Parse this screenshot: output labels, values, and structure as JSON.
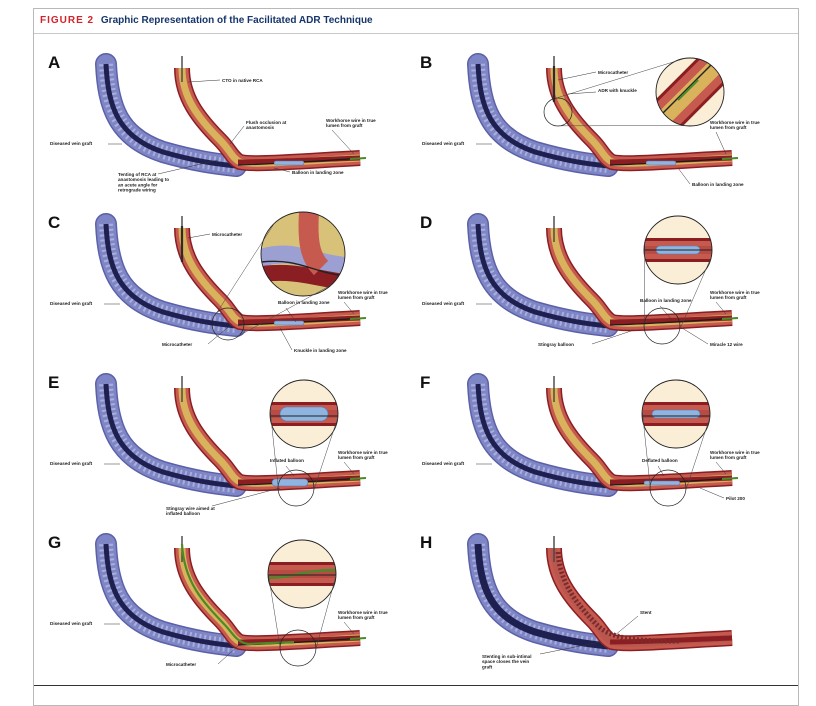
{
  "figure": {
    "number_label": "FIGURE 2",
    "title": "Graphic Representation of the Facilitated ADR Technique"
  },
  "colors": {
    "vein_outer": "#7f86c6",
    "vein_inner": "#1e2050",
    "artery_outer": "#8a1e22",
    "artery_wall": "#c65a4f",
    "artery_lumen": "#d9b25c",
    "balloon": "#8fb4e0",
    "wire_green": "#4b8a2a",
    "title_red": "#d4232b",
    "title_blue": "#16356b"
  },
  "panels": [
    {
      "key": "A",
      "letter": "A",
      "labels": [
        {
          "text": "CTO in native RCA"
        },
        {
          "text": "Flush occlusion at anastomosis"
        },
        {
          "text": "Workhorse wire in true lumen from graft"
        },
        {
          "text": "Diseased vein graft"
        },
        {
          "text": "Balloon in landing zone"
        },
        {
          "text": "Tenting of RCA at anastomosis leading to an acute angle for retrograde wiring"
        }
      ]
    },
    {
      "key": "B",
      "letter": "B",
      "labels": [
        {
          "text": "Microcatheter"
        },
        {
          "text": "ADR with knuckle"
        },
        {
          "text": "Workhorse wire in true lumen from graft"
        },
        {
          "text": "Diseased vein graft"
        },
        {
          "text": "Balloon in landing zone"
        }
      ]
    },
    {
      "key": "C",
      "letter": "C",
      "labels": [
        {
          "text": "Microcatheter"
        },
        {
          "text": "Workhorse wire in true lumen from graft"
        },
        {
          "text": "Balloon in landing zone"
        },
        {
          "text": "Diseased vein graft"
        },
        {
          "text": "Microcatheter"
        },
        {
          "text": "Knuckle in landing zone"
        }
      ]
    },
    {
      "key": "D",
      "letter": "D",
      "labels": [
        {
          "text": "Workhorse wire in true lumen from graft"
        },
        {
          "text": "Balloon in landing zone"
        },
        {
          "text": "Diseased vein graft"
        },
        {
          "text": "Stingray balloon"
        },
        {
          "text": "Miracle 12 wire"
        }
      ]
    },
    {
      "key": "E",
      "letter": "E",
      "labels": [
        {
          "text": "Workhorse wire in true lumen from graft"
        },
        {
          "text": "Inflated balloon"
        },
        {
          "text": "Diseased vein graft"
        },
        {
          "text": "Stingray wire aimed at inflated balloon"
        }
      ]
    },
    {
      "key": "F",
      "letter": "F",
      "labels": [
        {
          "text": "Workhorse wire in true lumen from graft"
        },
        {
          "text": "Deflated balloon"
        },
        {
          "text": "Diseased vein graft"
        },
        {
          "text": "Pilot 200"
        }
      ]
    },
    {
      "key": "G",
      "letter": "G",
      "labels": [
        {
          "text": "Workhorse wire in true lumen from graft"
        },
        {
          "text": "Diseased vein graft"
        },
        {
          "text": "Microcatheter"
        }
      ]
    },
    {
      "key": "H",
      "letter": "H",
      "labels": [
        {
          "text": "Stent"
        },
        {
          "text": "Stenting in sub-intimal space closes the vein graft"
        }
      ]
    }
  ]
}
